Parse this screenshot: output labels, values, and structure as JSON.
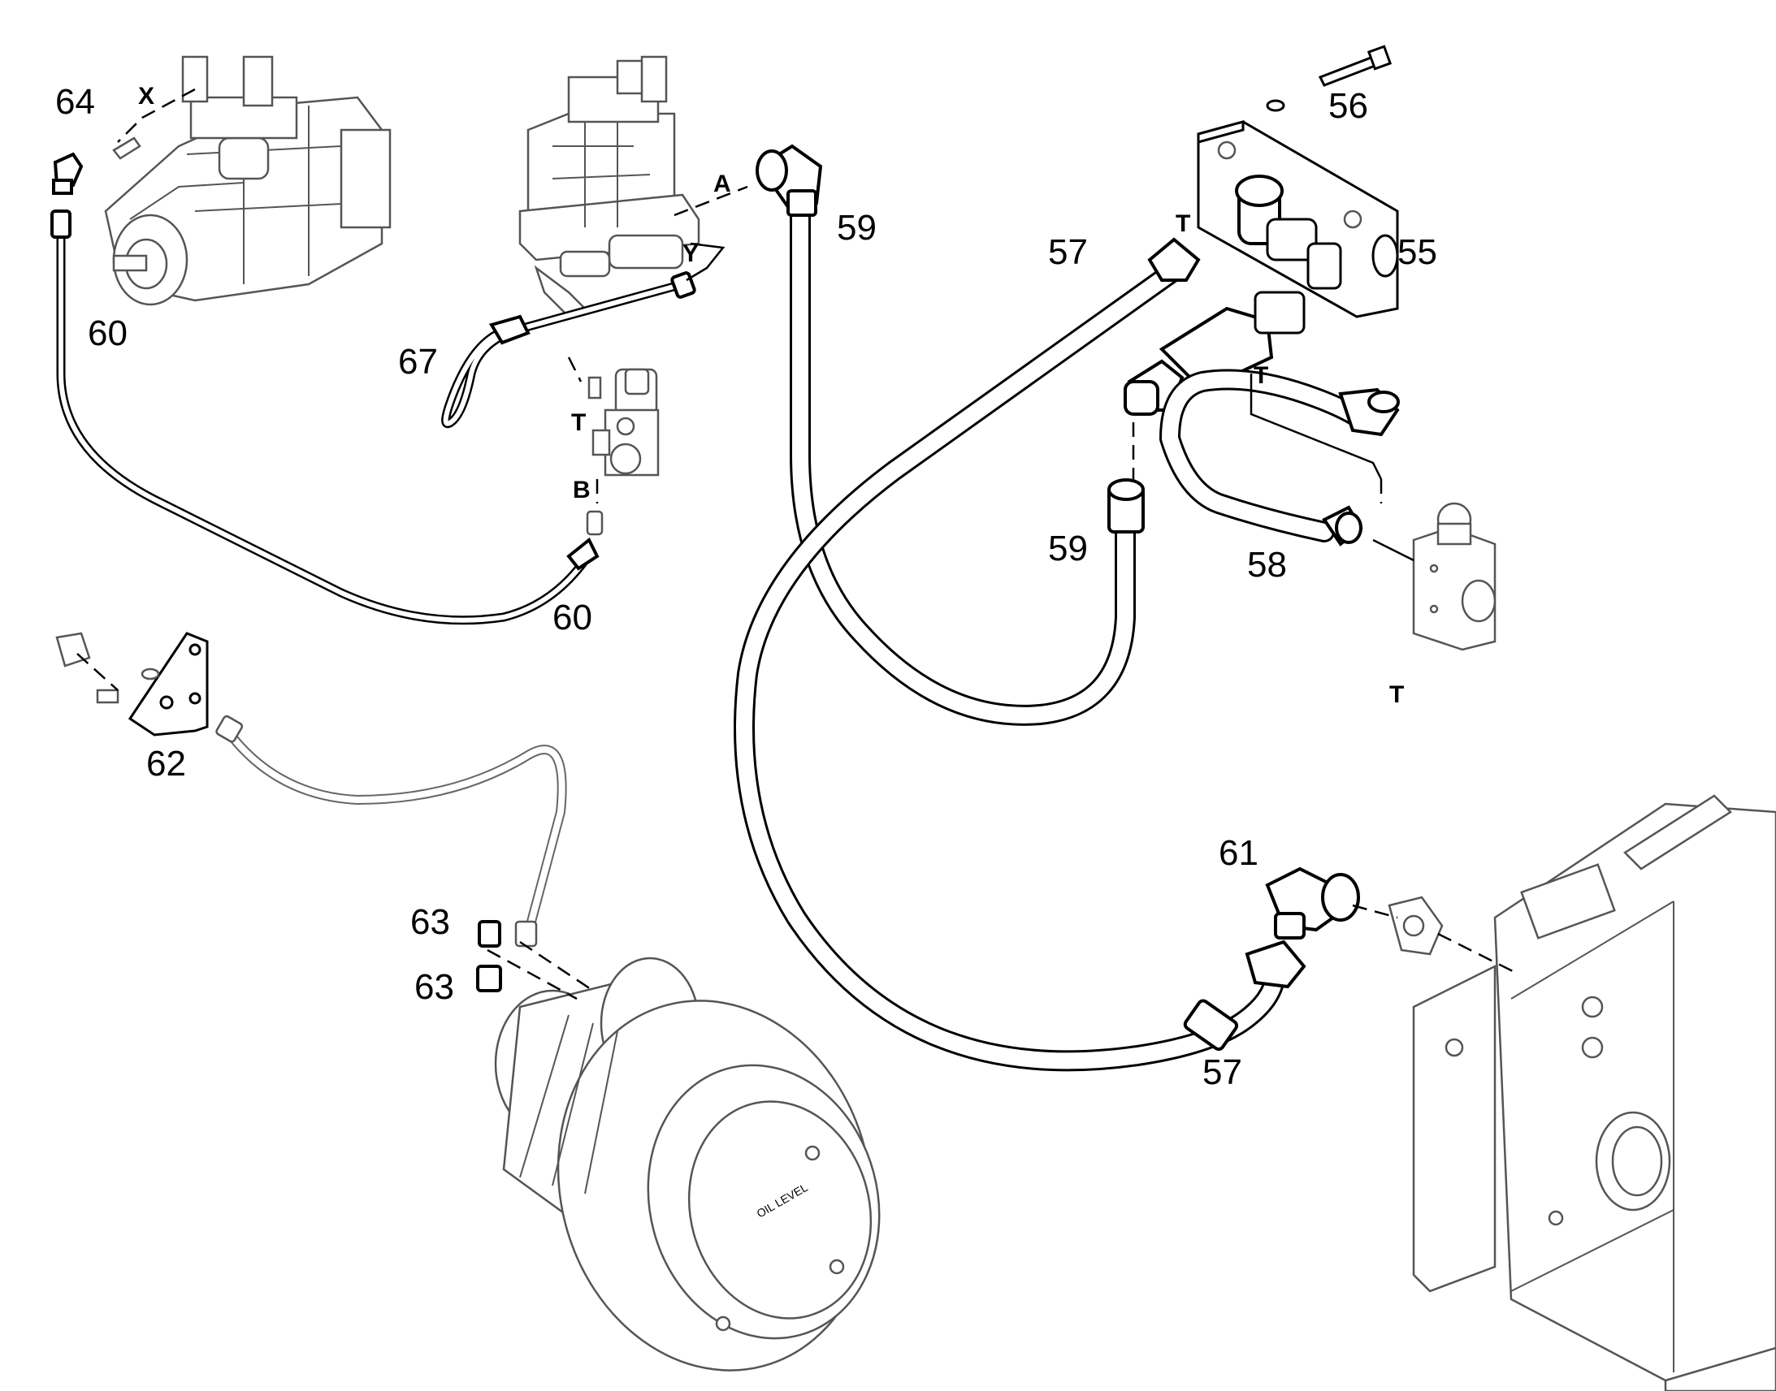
{
  "callouts": [
    {
      "id": "64",
      "label": "64"
    },
    {
      "id": "60a",
      "label": "60"
    },
    {
      "id": "60b",
      "label": "60"
    },
    {
      "id": "67",
      "label": "67"
    },
    {
      "id": "59a",
      "label": "59"
    },
    {
      "id": "59b",
      "label": "59"
    },
    {
      "id": "57a",
      "label": "57"
    },
    {
      "id": "57b",
      "label": "57"
    },
    {
      "id": "56",
      "label": "56"
    },
    {
      "id": "55",
      "label": "55"
    },
    {
      "id": "58",
      "label": "58"
    },
    {
      "id": "61",
      "label": "61"
    },
    {
      "id": "62",
      "label": "62"
    },
    {
      "id": "63a",
      "label": "63"
    },
    {
      "id": "63b",
      "label": "63"
    }
  ],
  "ports": [
    {
      "id": "x",
      "label": "X"
    },
    {
      "id": "a",
      "label": "A"
    },
    {
      "id": "y",
      "label": "Y"
    },
    {
      "id": "t1",
      "label": "T"
    },
    {
      "id": "b",
      "label": "B"
    },
    {
      "id": "t2",
      "label": "T"
    },
    {
      "id": "t3",
      "label": "T"
    },
    {
      "id": "t4",
      "label": "T"
    }
  ],
  "embossed_text": "OIL LEVEL"
}
